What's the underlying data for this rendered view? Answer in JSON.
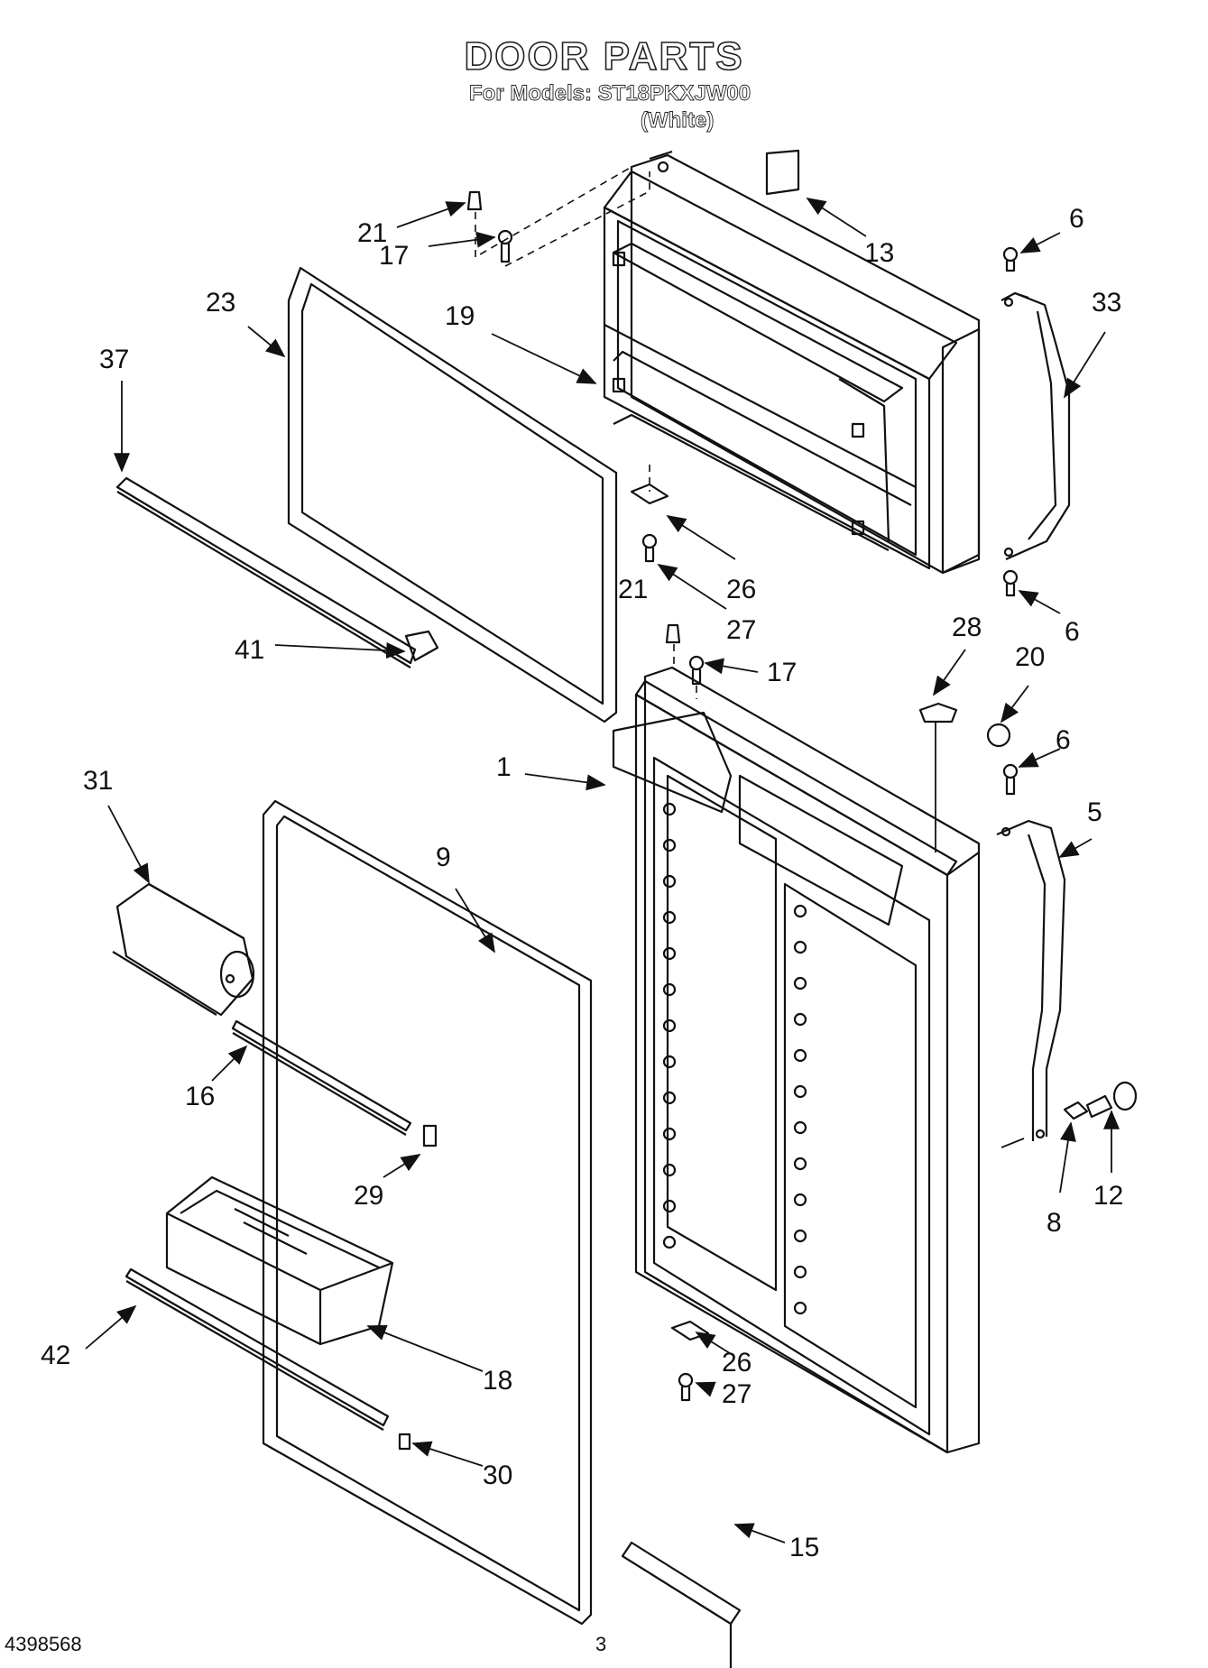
{
  "header": {
    "title": "DOOR PARTS",
    "models_line": "For Models: ST18PKXJW00",
    "color_line": "(White)"
  },
  "footer": {
    "doc_number": "4398568",
    "page_number": "3"
  },
  "callouts": [
    "21",
    "17",
    "13",
    "6",
    "33",
    "23",
    "19",
    "37",
    "26",
    "21",
    "27",
    "6",
    "41",
    "17",
    "28",
    "20",
    "1",
    "6",
    "5",
    "31",
    "9",
    "16",
    "29",
    "8",
    "12",
    "42",
    "18",
    "26",
    "27",
    "30",
    "15"
  ],
  "parts": [
    {
      "id": "1",
      "name": "refrigerator-door"
    },
    {
      "id": "5",
      "name": "lower-handle"
    },
    {
      "id": "6",
      "name": "handle-screw"
    },
    {
      "id": "8",
      "name": "door-stop-screw"
    },
    {
      "id": "9",
      "name": "refrigerator-door-gasket"
    },
    {
      "id": "12",
      "name": "door-stop"
    },
    {
      "id": "13",
      "name": "label"
    },
    {
      "id": "15",
      "name": "crisper-panel"
    },
    {
      "id": "16",
      "name": "shelf-trim"
    },
    {
      "id": "17",
      "name": "screw"
    },
    {
      "id": "18",
      "name": "door-bin"
    },
    {
      "id": "19",
      "name": "freezer-door"
    },
    {
      "id": "20",
      "name": "plug-button"
    },
    {
      "id": "21",
      "name": "hinge-pin-plug"
    },
    {
      "id": "23",
      "name": "freezer-door-gasket"
    },
    {
      "id": "26",
      "name": "door-stop-bracket"
    },
    {
      "id": "27",
      "name": "bracket-screw"
    },
    {
      "id": "28",
      "name": "plug"
    },
    {
      "id": "29",
      "name": "trim-end-cap"
    },
    {
      "id": "30",
      "name": "trim-end-cap"
    },
    {
      "id": "31",
      "name": "dairy-door"
    },
    {
      "id": "33",
      "name": "upper-handle"
    },
    {
      "id": "37",
      "name": "freezer-shelf-trim"
    },
    {
      "id": "41",
      "name": "trim-end-cap"
    },
    {
      "id": "42",
      "name": "bin-trim"
    }
  ]
}
